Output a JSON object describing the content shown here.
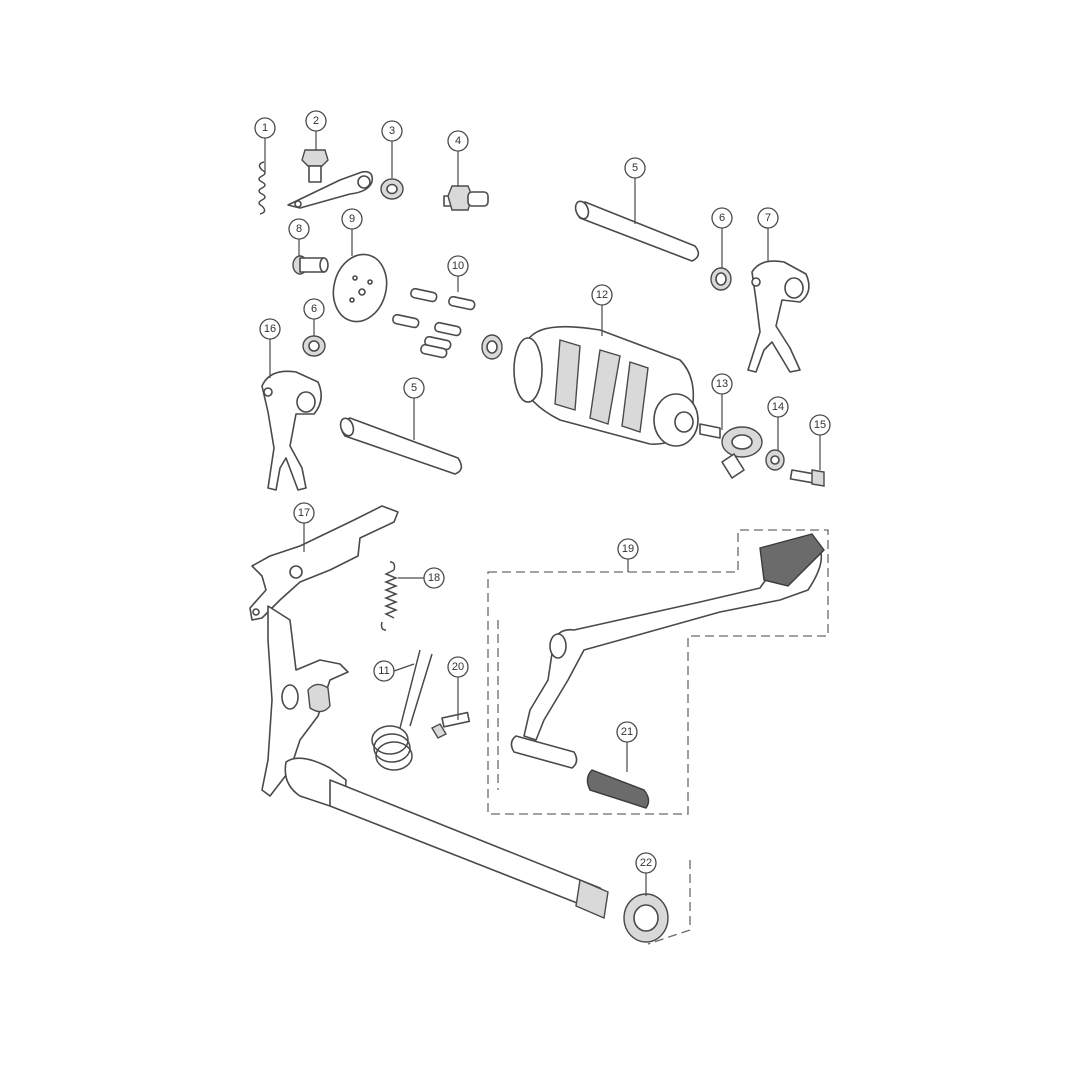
{
  "callouts": [
    {
      "id": "c1",
      "label": "1"
    },
    {
      "id": "c2",
      "label": "2"
    },
    {
      "id": "c3",
      "label": "3"
    },
    {
      "id": "c4",
      "label": "4"
    },
    {
      "id": "c5a",
      "label": "5"
    },
    {
      "id": "c6a",
      "label": "6"
    },
    {
      "id": "c7",
      "label": "7"
    },
    {
      "id": "c8",
      "label": "8"
    },
    {
      "id": "c9",
      "label": "9"
    },
    {
      "id": "c10",
      "label": "10"
    },
    {
      "id": "c12",
      "label": "12"
    },
    {
      "id": "c16",
      "label": "16"
    },
    {
      "id": "c6b",
      "label": "6"
    },
    {
      "id": "c5b",
      "label": "5"
    },
    {
      "id": "c13",
      "label": "13"
    },
    {
      "id": "c14",
      "label": "14"
    },
    {
      "id": "c15",
      "label": "15"
    },
    {
      "id": "c17",
      "label": "17"
    },
    {
      "id": "c19",
      "label": "19"
    },
    {
      "id": "c18",
      "label": "18"
    },
    {
      "id": "c11",
      "label": "11"
    },
    {
      "id": "c20",
      "label": "20"
    },
    {
      "id": "c21",
      "label": "21"
    },
    {
      "id": "c22",
      "label": "22"
    }
  ]
}
